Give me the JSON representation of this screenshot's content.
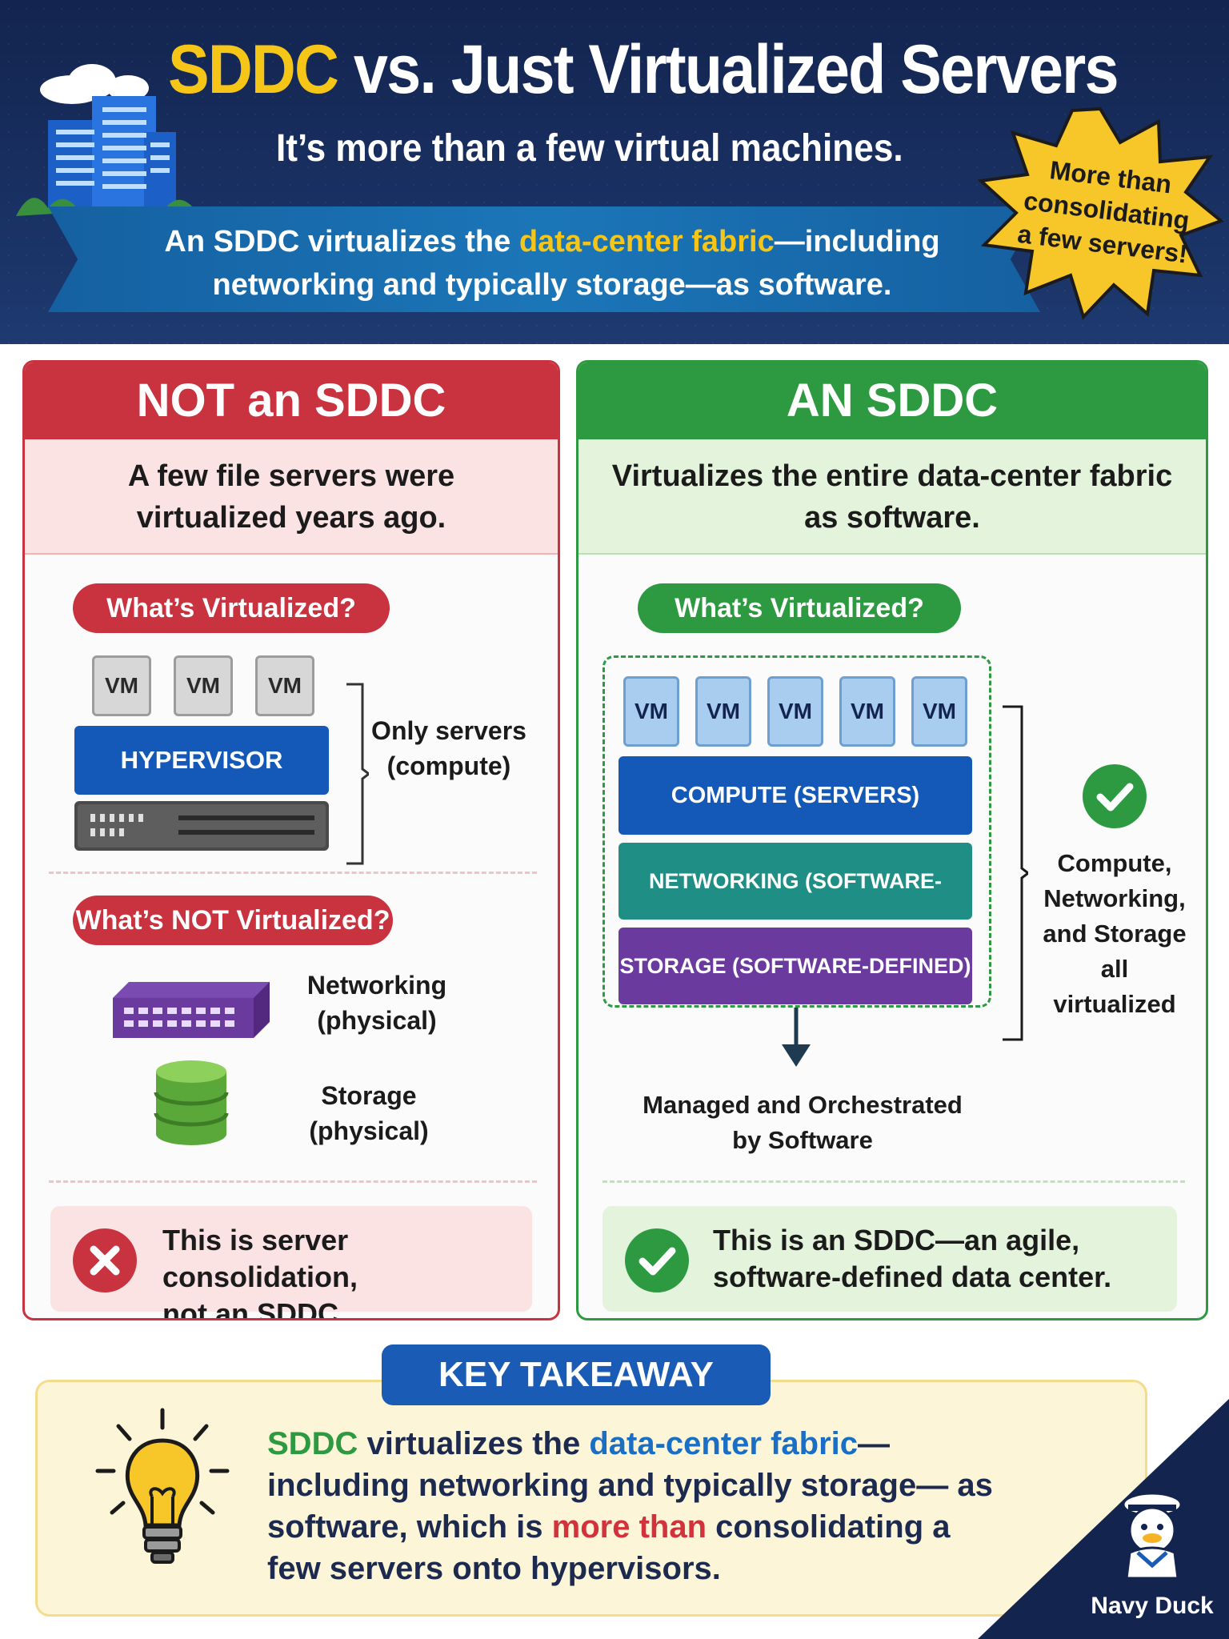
{
  "header": {
    "title_accent": "SDDC",
    "title_rest": " vs. Just Virtualized Servers",
    "subtitle": "It’s more than a few virtual machines.",
    "banner_part1": "An SDDC virtualizes the ",
    "banner_highlight": "data-center fabric",
    "banner_part2": "—including networking and typically storage—as software.",
    "starburst_line1": "More than",
    "starburst_line2": "consolidating",
    "starburst_line3": "a few servers!"
  },
  "left_panel": {
    "heading": "NOT an SDDC",
    "subheading": "A few file servers were virtualized years ago.",
    "virtualized_pill": "What’s Virtualized?",
    "vms": [
      "VM",
      "VM",
      "VM"
    ],
    "hypervisor_label": "HYPERVISOR",
    "compute_note_line1": "Only servers",
    "compute_note_line2": "(compute)",
    "not_virtualized_pill": "What’s NOT Virtualized?",
    "networking_line1": "Networking",
    "networking_line2": "(physical)",
    "storage_line1": "Storage",
    "storage_line2": "(physical)",
    "result_line1": "This is server consolidation,",
    "result_line2": "not an SDDC."
  },
  "right_panel": {
    "heading": "AN SDDC",
    "subheading": "Virtualizes the entire data-center fabric as software.",
    "virtualized_pill": "What’s Virtualized?",
    "vms": [
      "VM",
      "VM",
      "VM",
      "VM",
      "VM"
    ],
    "compute_label": "COMPUTE (SERVERS)",
    "networking_label": "NETWORKING (SOFTWARE-DEFINED)",
    "storage_label": "STORAGE (SOFTWARE-DEFINED)",
    "all_note_lines": [
      "Compute,",
      "Networking,",
      "and Storage",
      "all",
      "virtualized"
    ],
    "managed_line1": "Managed and Orchestrated",
    "managed_line2": "by Software",
    "result_line1": "This is an SDDC—an agile,",
    "result_line2": "software-defined data center."
  },
  "takeaway": {
    "label": "KEY TAKEAWAY",
    "t1_green": "SDDC",
    "t2": " virtualizes the ",
    "t3_blue": "data-center fabric",
    "t4": "— including networking and typically storage— as software, which is ",
    "t5_red": "more than",
    "t6": " consolidating a few servers onto hypervisors."
  },
  "brand": {
    "name": "Navy Duck"
  },
  "colors": {
    "navy": "#13244f",
    "yellow_accent": "#f5c518",
    "red": "#c8333f",
    "green": "#2d9a42",
    "blue": "#1a5bb5",
    "teal": "#1f8f86",
    "purple": "#6a3a9e"
  },
  "icons": [
    "building-icon",
    "cloud-icon",
    "starburst-icon",
    "switch-icon",
    "database-icon",
    "x-circle-icon",
    "check-circle-icon",
    "lightbulb-icon",
    "duck-mascot-icon",
    "arrow-down-icon",
    "bracket-icon"
  ]
}
